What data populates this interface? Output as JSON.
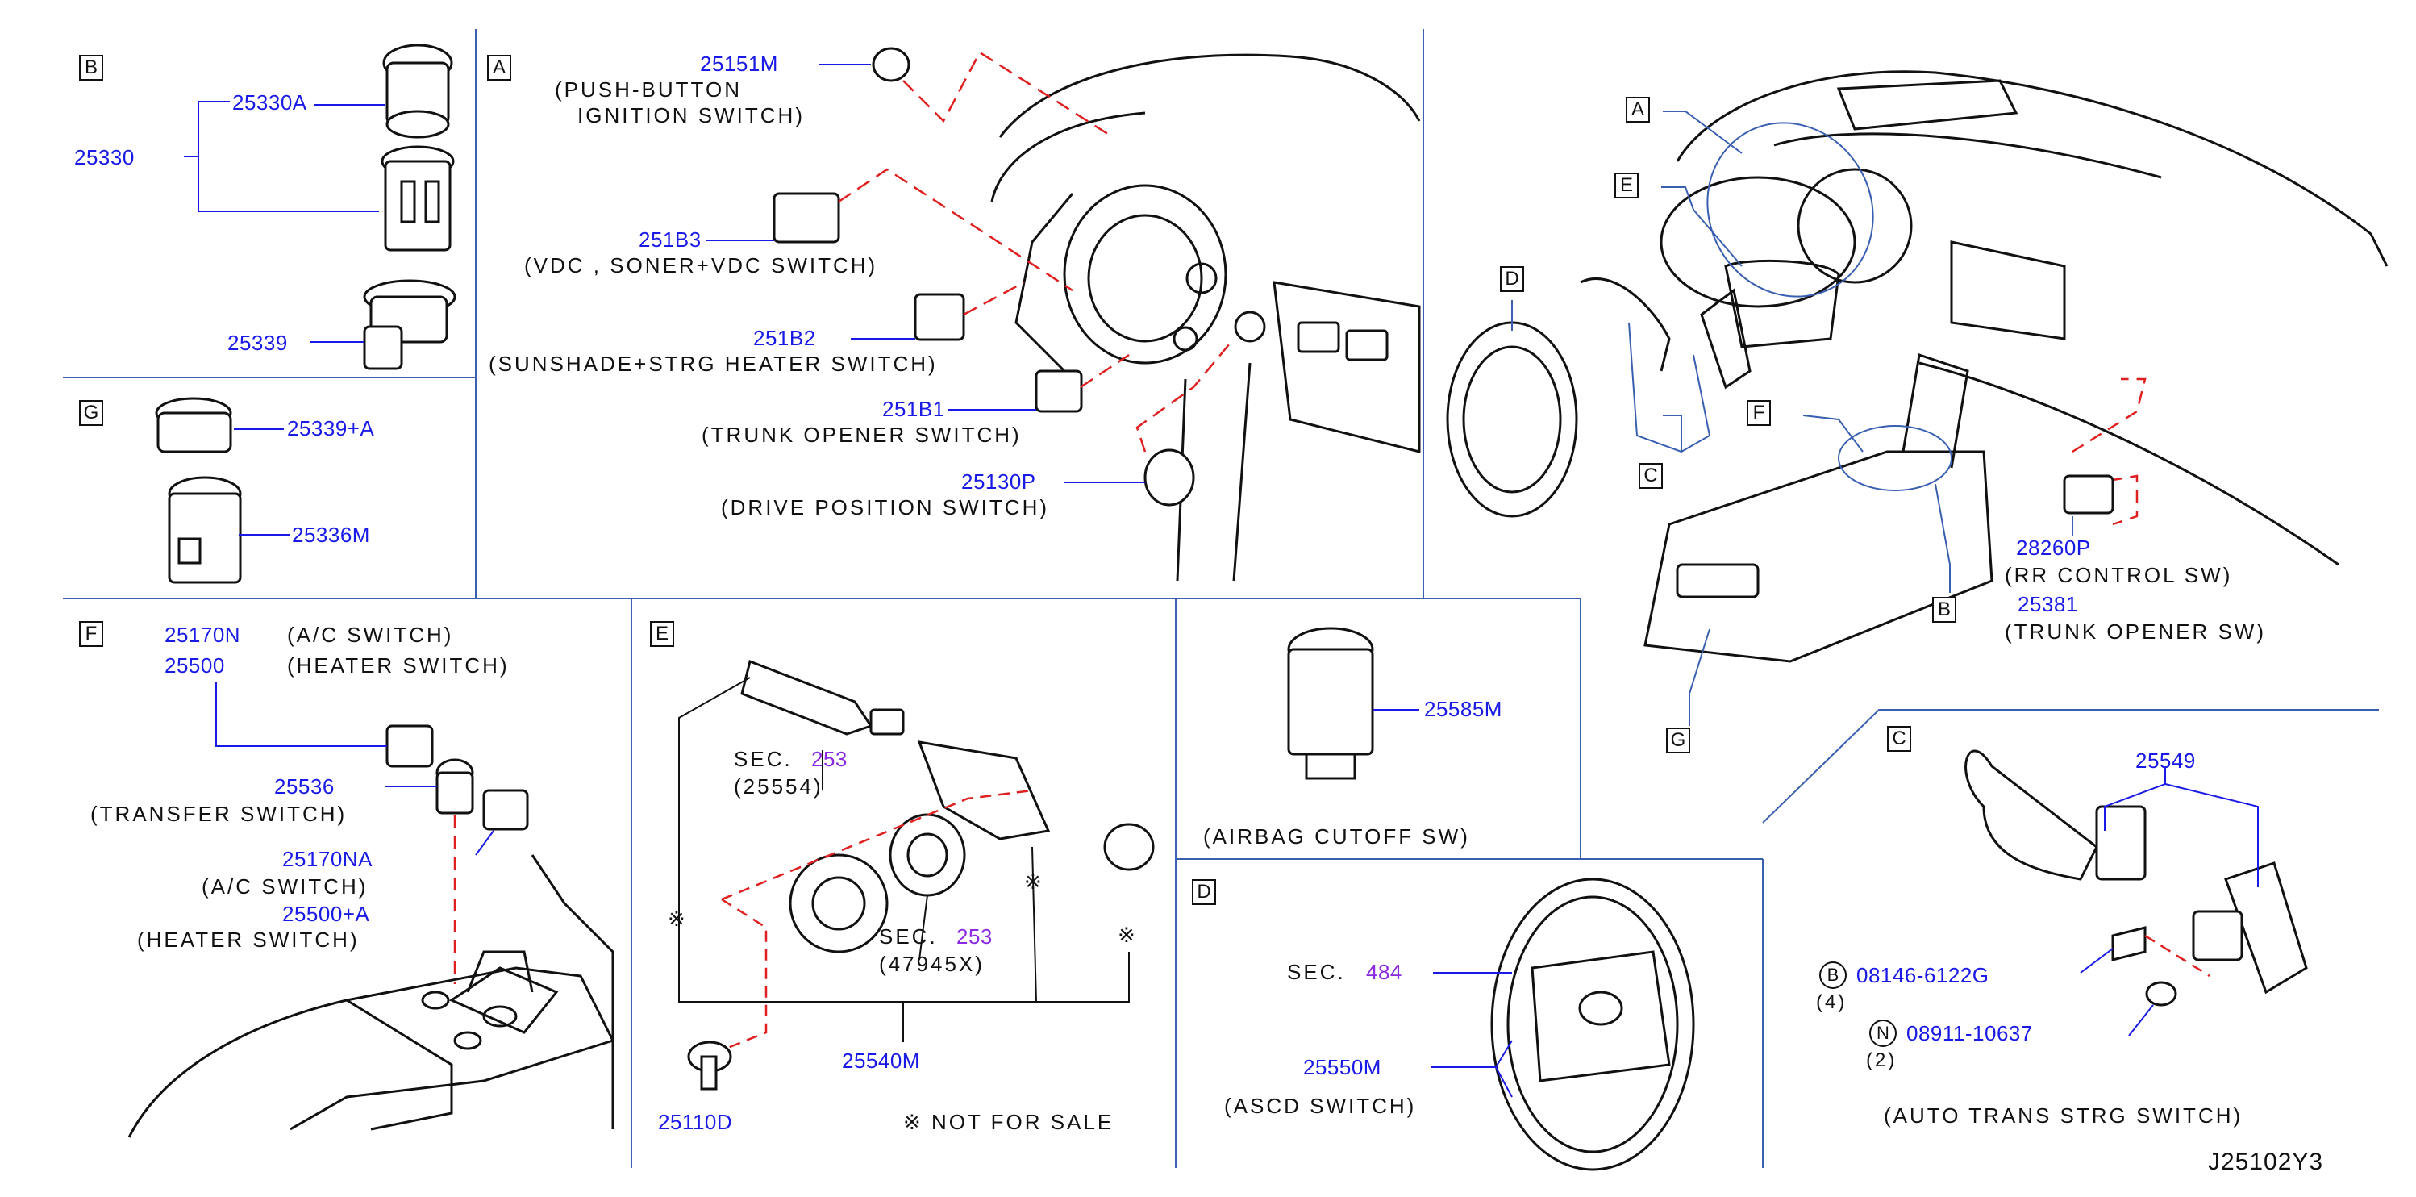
{
  "sections": {
    "A": {
      "key": "A",
      "parts": [
        {
          "number": "25151M",
          "label": "(PUSH-BUTTON"
        },
        {
          "label": "IGNITION  SWITCH)"
        },
        {
          "number": "251B3",
          "label": "(VDC  ,  SONER+VDC  SWITCH)"
        },
        {
          "number": "251B2",
          "label": "(SUNSHADE+STRG  HEATER  SWITCH)"
        },
        {
          "number": "251B1",
          "label": "(TRUNK  OPENER  SWITCH)"
        },
        {
          "number": "25130P",
          "label": "(DRIVE  POSITION  SWITCH)"
        }
      ]
    },
    "B": {
      "key": "B",
      "parts": [
        {
          "number": "25330"
        },
        {
          "number": "25330A"
        },
        {
          "number": "25339"
        }
      ]
    },
    "G": {
      "key": "G",
      "parts": [
        {
          "number": "25339+A"
        },
        {
          "number": "25336M"
        }
      ]
    },
    "F": {
      "key": "F",
      "parts": [
        {
          "number": "25170N",
          "label": "(A/C  SWITCH)"
        },
        {
          "number": "25500",
          "label": "(HEATER  SWITCH)"
        },
        {
          "number": "25536",
          "label": "(TRANSFER  SWITCH)"
        },
        {
          "number": "25170NA",
          "label": "(A/C  SWITCH)"
        },
        {
          "number": "25500+A",
          "label": "(HEATER  SWITCH)"
        }
      ]
    },
    "E": {
      "key": "E",
      "sec1_prefix": "SEC.",
      "sec1_num": "253",
      "sec1_sub": "(25554)",
      "sec2_prefix": "SEC.",
      "sec2_num": "253",
      "sec2_sub": "(47945X)",
      "part_main": "25540M",
      "part_screw": "25110D",
      "note": "※ NOT  FOR  SALE",
      "mark": "※"
    },
    "airbag": {
      "number": "25585M",
      "label": "(AIRBAG  CUTOFF  SW)"
    },
    "D": {
      "key": "D",
      "sec_prefix": "SEC.",
      "sec_num": "484",
      "number": "25550M",
      "label": "(ASCD  SWITCH)"
    },
    "C": {
      "key": "C",
      "number": "25549",
      "bolt_mark": "B",
      "bolt_number": "08146-6122G",
      "bolt_qty": "(4)",
      "nut_mark": "N",
      "nut_number": "08911-10637",
      "nut_qty": "(2)",
      "label": "(AUTO  TRANS  STRG  SWITCH)"
    },
    "overview": {
      "keys": [
        "A",
        "E",
        "D",
        "C",
        "F",
        "B",
        "G"
      ],
      "rr_number": "28260P",
      "rr_label": "(RR  CONTROL  SW)",
      "trunk_number": "25381",
      "trunk_label": "(TRUNK  OPENER  SW)"
    }
  },
  "diagram_code": "J25102Y3",
  "colors": {
    "part_number": "#1a1ae6",
    "section_ref": "#8a2be2",
    "frame_line": "#3a5fb0",
    "dash_line": "#e02020",
    "ink": "#111111"
  }
}
